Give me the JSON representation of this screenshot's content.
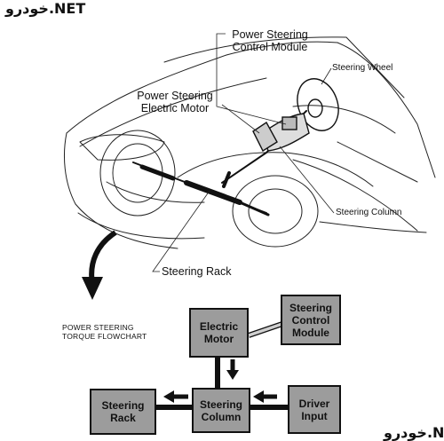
{
  "watermarks": {
    "top": "خودرو.NET",
    "bottom": "خودرو.NET"
  },
  "callouts": {
    "control_module": [
      "Power Steering",
      "Control Module"
    ],
    "electric_motor": [
      "Power Steering",
      "Electric Motor"
    ],
    "steering_wheel": "Steering Wheel",
    "steering_column": "Steering Column",
    "steering_rack": "Steering Rack"
  },
  "flowchart": {
    "title": [
      "POWER STEERING",
      "TORQUE FLOWCHART"
    ],
    "boxes": {
      "electric_motor": [
        "Electric",
        "Motor"
      ],
      "control_module": [
        "Steering",
        "Control",
        "Module"
      ],
      "steering_rack": [
        "Steering",
        "Rack"
      ],
      "steering_column": [
        "Steering",
        "Column"
      ],
      "driver_input": [
        "Driver",
        "Input"
      ]
    },
    "box_fill": "#9c9c9c",
    "line_color": "#111111",
    "link_color": "#cfcfcf"
  }
}
